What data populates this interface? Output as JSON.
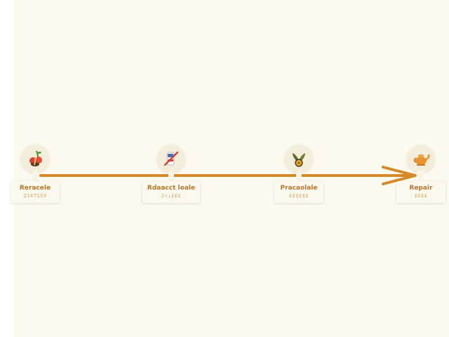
{
  "colors": {
    "background": "#fcf9ee",
    "arrow": "#d5892b",
    "label_title": "#b7772a",
    "label_sub": "#d6a254"
  },
  "timeline": {
    "stages": [
      {
        "title": "Reracele",
        "subtitle": "2147133",
        "icon": "fruit-veg-icon"
      },
      {
        "title": "Rdaacct loale",
        "subtitle": "2«¡£££",
        "icon": "no-packaging-icon"
      },
      {
        "title": "Pracaolale",
        "subtitle": "££§£§£",
        "icon": "olive-branch-icon"
      },
      {
        "title": "Repair",
        "subtitle": "££££",
        "icon": "teapot-icon"
      }
    ]
  }
}
